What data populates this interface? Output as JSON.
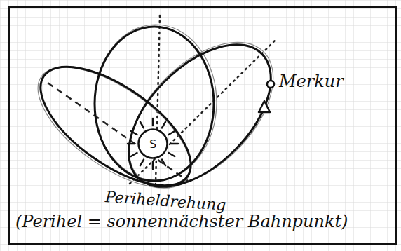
{
  "diagram": {
    "nodes": [
      {
        "text": [
          "S"
        ]
      }
    ],
    "labels": [
      "Merkur",
      "Periheldrehung",
      "(Perihel = sonnennächster Bahnpunkt)"
    ]
  }
}
